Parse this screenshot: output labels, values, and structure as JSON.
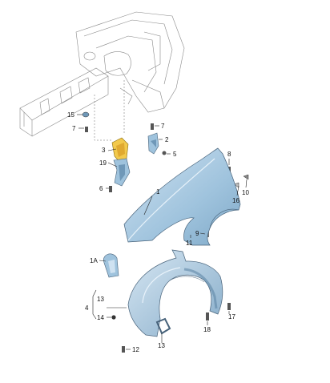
{
  "diagram": {
    "labels": [
      "1",
      "1A",
      "2",
      "3",
      "4",
      "5",
      "6",
      "7",
      "8",
      "9",
      "10",
      "11",
      "12",
      "13",
      "13",
      "14",
      "15",
      "16",
      "17",
      "18",
      "19"
    ],
    "colors": {
      "part_fill": "#9fc3dd",
      "part_light": "#cfe2f1",
      "part_dark": "#6f98b8",
      "bracket": "#f2c94c",
      "body_line": "#8a8a8a"
    }
  }
}
